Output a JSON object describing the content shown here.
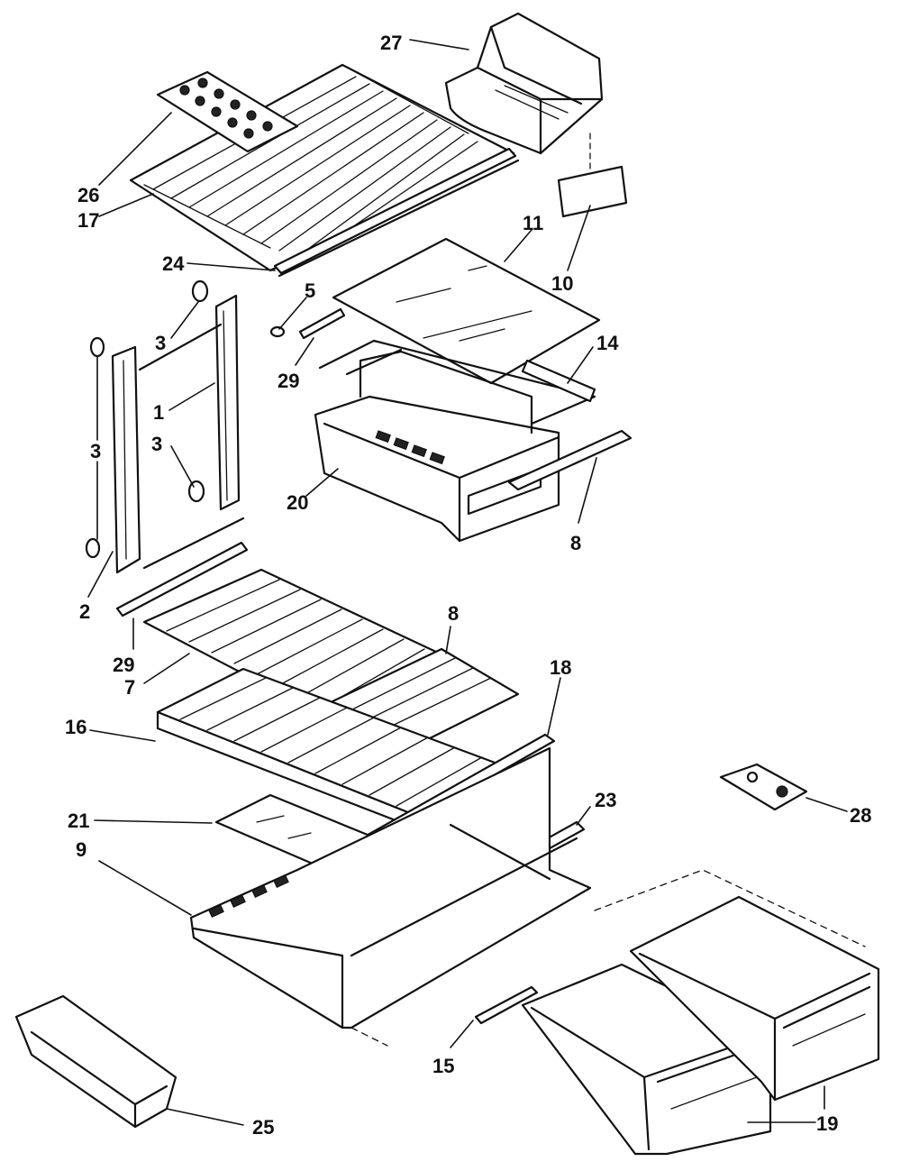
{
  "callouts": [
    {
      "id": "c27a",
      "text": "27"
    },
    {
      "id": "c26",
      "text": "26"
    },
    {
      "id": "c17",
      "text": "17"
    },
    {
      "id": "c11",
      "text": "11"
    },
    {
      "id": "c10",
      "text": "10"
    },
    {
      "id": "c24",
      "text": "24"
    },
    {
      "id": "c5",
      "text": "5"
    },
    {
      "id": "c3a",
      "text": "3"
    },
    {
      "id": "c3b",
      "text": "3"
    },
    {
      "id": "c3c",
      "text": "3"
    },
    {
      "id": "c1",
      "text": "1"
    },
    {
      "id": "c29a",
      "text": "29"
    },
    {
      "id": "c14",
      "text": "14"
    },
    {
      "id": "c20",
      "text": "20"
    },
    {
      "id": "c8a",
      "text": "8"
    },
    {
      "id": "c2",
      "text": "2"
    },
    {
      "id": "c29b",
      "text": "29"
    },
    {
      "id": "c8b",
      "text": "8"
    },
    {
      "id": "c7",
      "text": "7"
    },
    {
      "id": "c18",
      "text": "18"
    },
    {
      "id": "c16",
      "text": "16"
    },
    {
      "id": "c23",
      "text": "23"
    },
    {
      "id": "c28",
      "text": "28"
    },
    {
      "id": "c21",
      "text": "21"
    },
    {
      "id": "c9",
      "text": "9"
    },
    {
      "id": "c15",
      "text": "15"
    },
    {
      "id": "c25",
      "text": "25"
    },
    {
      "id": "c19",
      "text": "19"
    }
  ]
}
